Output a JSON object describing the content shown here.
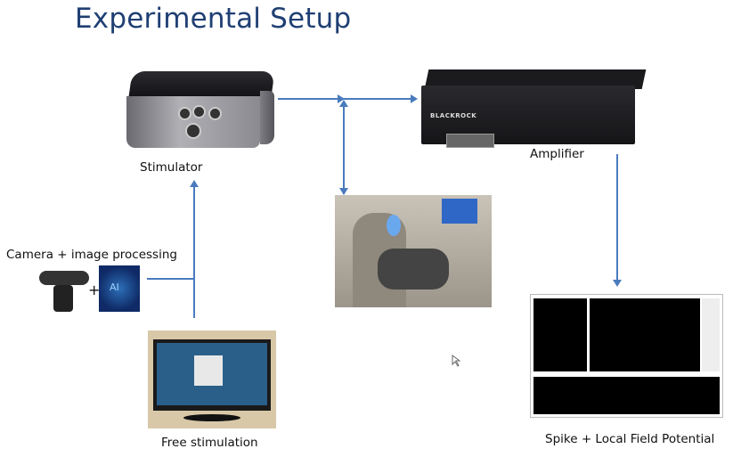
{
  "slide": {
    "title": "Experimental Setup",
    "labels": {
      "stimulator": "Stimulator",
      "amplifier": "Amplifier",
      "camera": "Camera + image processing",
      "free_stimulation": "Free stimulation",
      "spike_lfp": "Spike + Local Field Potential",
      "plus": "+"
    },
    "devices": {
      "amplifier_brand": "BLACKROCK",
      "ai_badge": "AI"
    },
    "colors": {
      "title": "#1f3f73",
      "arrow": "#4a7bbd"
    }
  }
}
